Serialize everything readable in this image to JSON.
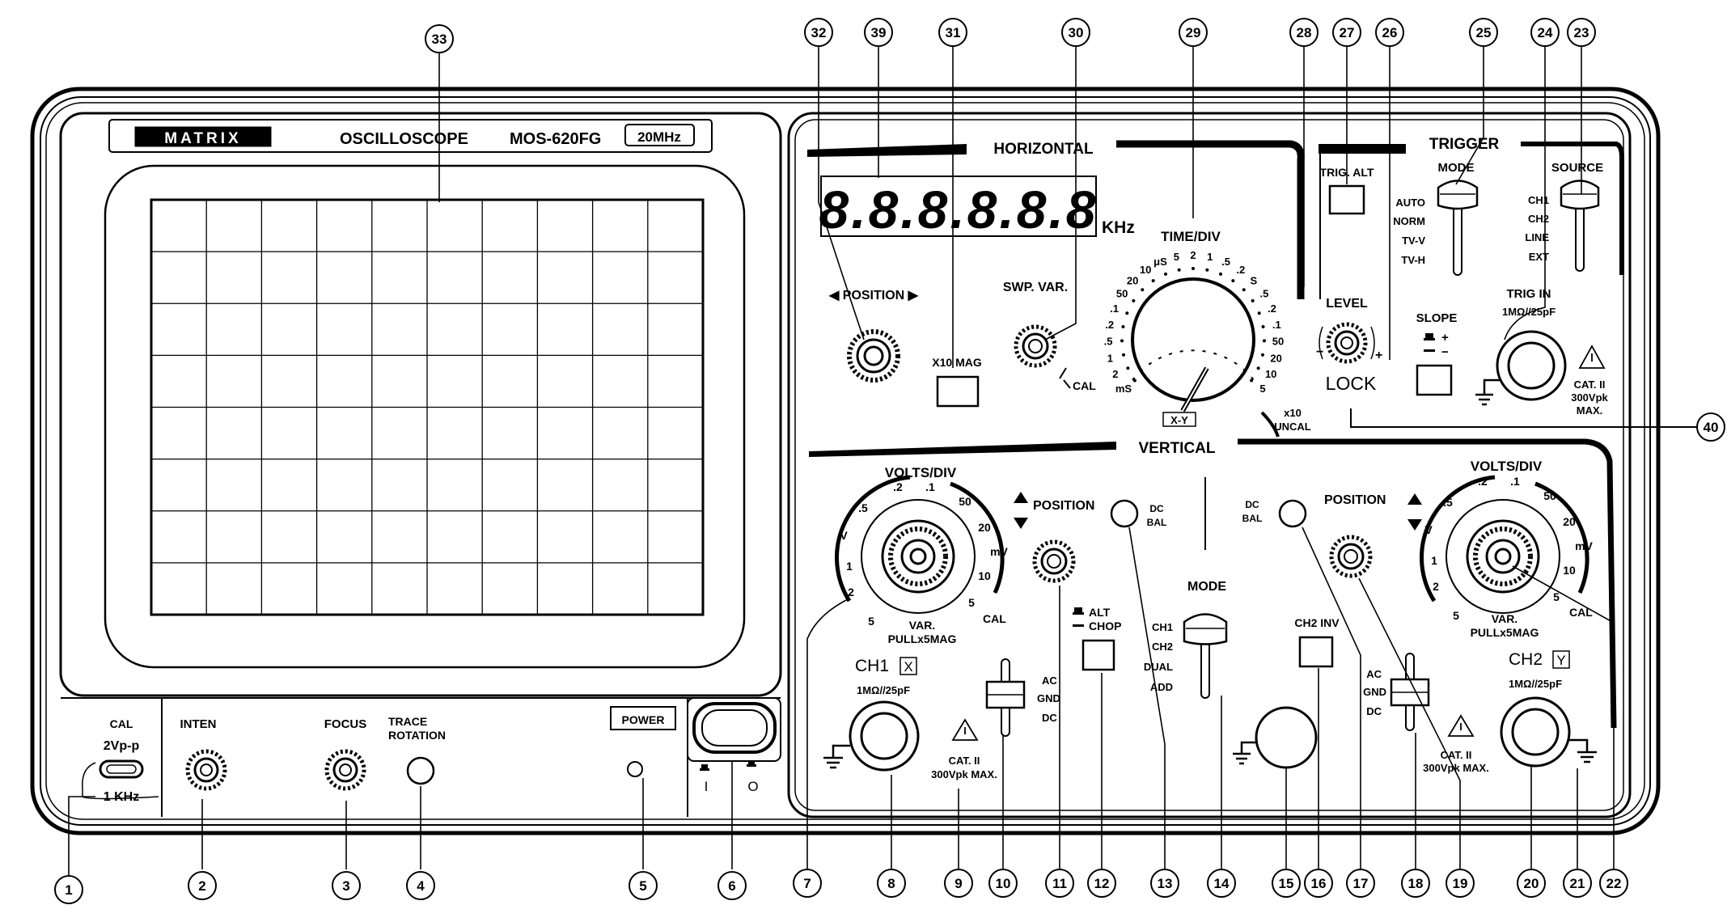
{
  "header": {
    "brand": "MATRIX",
    "title": "OSCILLOSCOPE",
    "model": "MOS-620FG",
    "bandwidth": "20MHz"
  },
  "horizontal": {
    "section_label": "HORIZONTAL",
    "position_label": "◀ POSITION ▶",
    "display_value": "8.8.8.8.8.8",
    "display_unit": "KHz",
    "x10_mag": "X10 MAG",
    "swp_var": "SWP. VAR.",
    "cal": "CAL",
    "time_div": "TIME/DIV",
    "time_scale": [
      "mS",
      "2",
      "1",
      ".5",
      ".2",
      ".1",
      "50",
      "20",
      "10",
      "μS",
      "5",
      "2",
      "1",
      ".5",
      ".2",
      "S",
      ".5",
      ".2",
      ".1",
      "50",
      "20",
      "10",
      "5"
    ],
    "xy": "X-Y",
    "x10_uncal": [
      "x10",
      "UNCAL"
    ]
  },
  "trigger": {
    "section_label": "TRIGGER",
    "trig_alt": "TRIG. ALT",
    "mode_label": "MODE",
    "modes": [
      "AUTO",
      "NORM",
      "TV-V",
      "TV-H"
    ],
    "source_label": "SOURCE",
    "sources": [
      "CH1",
      "CH2",
      "LINE",
      "EXT"
    ],
    "level": "LEVEL",
    "lock": "LOCK",
    "level_minus": "−",
    "level_plus": "+",
    "slope": "SLOPE",
    "slope_plus": "+",
    "slope_minus": "−",
    "trig_in": "TRIG IN",
    "trig_in_imp": "1MΩ//25pF",
    "cat_lines": [
      "CAT. II",
      "300Vpk",
      "MAX."
    ]
  },
  "vertical": {
    "section_label": "VERTICAL",
    "ch1": {
      "volts_div": "VOLTS/DIV",
      "scale": [
        "V",
        ".5",
        ".2",
        ".1",
        "50",
        "20",
        "mV",
        "10",
        "5",
        "1",
        "2",
        "5"
      ],
      "cal": "CAL",
      "var": "VAR.",
      "pull": "PULLx5MAG",
      "name": "CH1",
      "badge": "X",
      "impedance": "1MΩ//25pF",
      "cat": "CAT. II",
      "cat2": "300Vpk  MAX.",
      "position": "POSITION",
      "coupling": [
        "AC",
        "GND",
        "DC"
      ],
      "dc_bal": [
        "DC",
        "BAL"
      ],
      "alt": "ALT",
      "chop": "CHOP"
    },
    "mode_label": "MODE",
    "modes": [
      "CH1",
      "CH2",
      "DUAL",
      "ADD"
    ],
    "ch2": {
      "volts_div": "VOLTS/DIV",
      "scale": [
        "V",
        ".5",
        ".2",
        ".1",
        "50",
        "20",
        "mV",
        "10",
        "5",
        "1",
        "2",
        "5"
      ],
      "cal": "CAL",
      "var": "VAR.",
      "pull": "PULLx5MAG",
      "name": "CH2",
      "badge": "Y",
      "impedance": "1MΩ//25pF",
      "cat": "CAT. II",
      "cat2": "300Vpk  MAX.",
      "position": "POSITION",
      "coupling": [
        "AC",
        "GND",
        "DC"
      ],
      "dc_bal": [
        "DC",
        "BAL"
      ],
      "inv": "CH2 INV"
    }
  },
  "bottom": {
    "cal_lines": [
      "CAL",
      "2Vp-p",
      "1 KHz"
    ],
    "inten": "INTEN",
    "focus": "FOCUS",
    "trace": [
      "TRACE",
      "ROTATION"
    ],
    "power": "POWER",
    "power_on": "I",
    "power_off": "O"
  },
  "callouts": [
    "1",
    "2",
    "3",
    "4",
    "5",
    "6",
    "7",
    "8",
    "9",
    "10",
    "11",
    "12",
    "13",
    "14",
    "15",
    "16",
    "17",
    "18",
    "19",
    "20",
    "21",
    "22",
    "23",
    "24",
    "25",
    "26",
    "27",
    "28",
    "29",
    "30",
    "31",
    "32",
    "33",
    "39",
    "40"
  ]
}
